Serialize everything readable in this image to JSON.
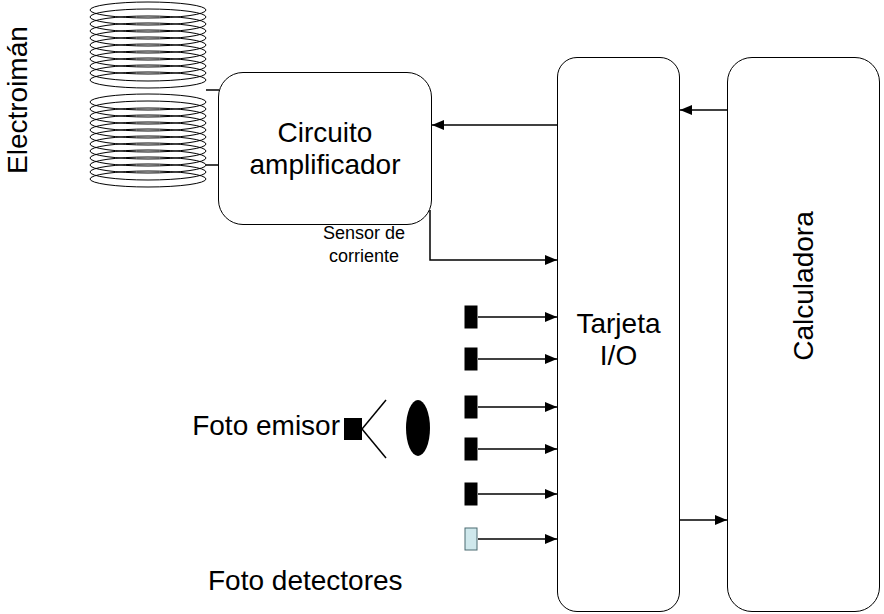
{
  "diagram": {
    "nodes": [
      {
        "text": [
          "Circuito amplificador"
        ]
      },
      {
        "text": [
          "Tarjeta I/O"
        ]
      },
      {
        "text": [
          "Calculadora"
        ]
      }
    ],
    "edges": [
      {
        "from": 1,
        "to": 0,
        "arrow": "to"
      },
      {
        "from": 2,
        "to": 1,
        "arrow": "to"
      },
      {
        "from": 0,
        "to": 1,
        "label": "Sensor de corriente",
        "arrow": "to"
      },
      {
        "from": 1,
        "to": 2,
        "arrow": "to"
      }
    ],
    "labels": [
      "Electroimán",
      "Foto emisor",
      "Foto detectores"
    ]
  }
}
